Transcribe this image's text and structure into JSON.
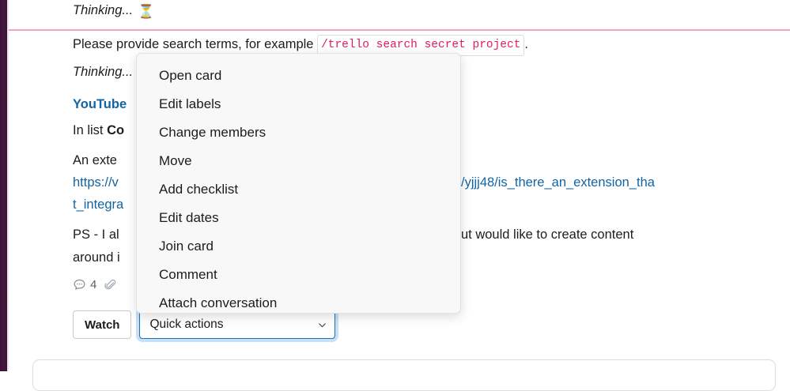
{
  "theme": {
    "rail_color": "#3c1138",
    "divider_color": "#f2a2bd",
    "link_color": "#1264a3",
    "code_color": "#e01e5a",
    "focus_ring_color": "#c8e1f7",
    "select_border_color": "#1d6fb5",
    "menu_background": "#f8f8f8"
  },
  "message": {
    "thinking_top": "Thinking...",
    "thinking_top_icon": "hourglass-emoji",
    "thinking_top_glyph": "⏳",
    "thinking_second": "Thinking...",
    "prompt_prefix": "Please provide search terms, for example",
    "prompt_code": "/trello search secret project",
    "prompt_suffix": ".",
    "card_title": "YouTube",
    "list_prefix": "In list ",
    "list_name": "Co",
    "desc_line1": "An exte",
    "desc_url_head": "https://v",
    "desc_url_tail": "/yjjj48/is_there_an_extension_tha",
    "desc_url_wrap": "t_integra",
    "ps_line_left": "PS - I al",
    "ps_line_right": "ut would like to create content",
    "ps_line2": "around i"
  },
  "meta": {
    "comment_icon": "comment-bubble-icon",
    "comment_count": "4",
    "attachment_icon": "paperclip-icon"
  },
  "actions": {
    "watch_label": "Watch",
    "quick_actions_value": "Quick actions",
    "quick_actions_chevron": "chevron-down-icon"
  },
  "quick_actions_menu": {
    "open": true,
    "items": [
      {
        "label": "Open card"
      },
      {
        "label": "Edit labels"
      },
      {
        "label": "Change members"
      },
      {
        "label": "Move"
      },
      {
        "label": "Add checklist"
      },
      {
        "label": "Edit dates"
      },
      {
        "label": "Join card"
      },
      {
        "label": "Comment"
      },
      {
        "label": "Attach conversation"
      }
    ]
  }
}
